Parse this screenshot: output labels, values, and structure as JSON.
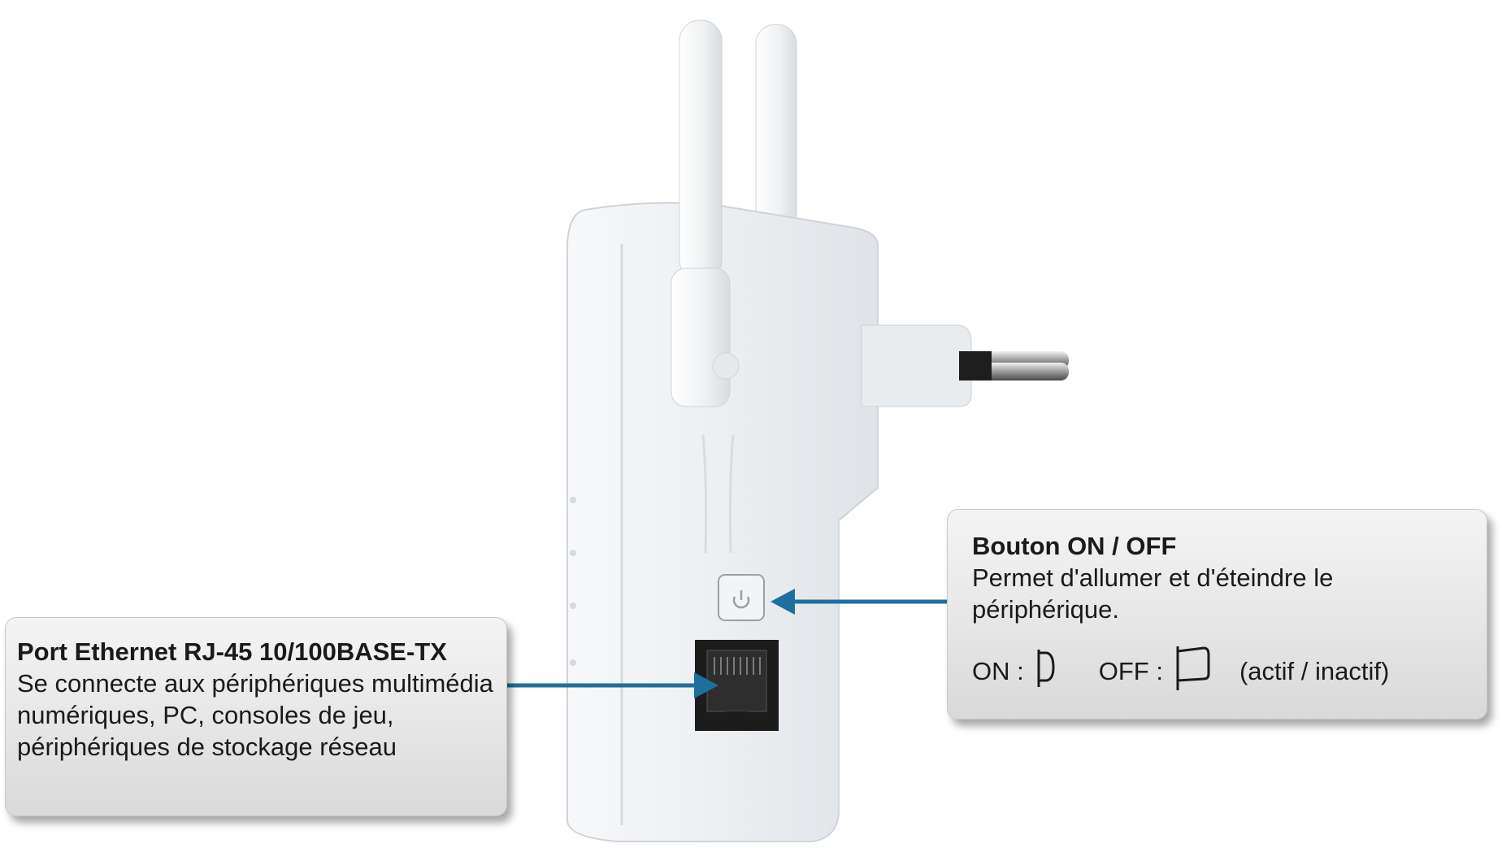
{
  "callouts": {
    "ethernet": {
      "title": "Port Ethernet RJ-45 10/100BASE-TX",
      "body": "Se connecte aux périphériques multimédia numériques, PC, consoles de jeu, périphériques de stockage réseau"
    },
    "power": {
      "title": "Bouton ON / OFF",
      "body": "Permet d'allumer et d'éteindre le périphérique.",
      "on_label": "ON :",
      "off_label": "OFF :",
      "state_note": "(actif / inactif)"
    }
  },
  "colors": {
    "arrow": "#1f6f9c",
    "device_body": "#eef1f4",
    "port": "#1c1c1c"
  },
  "icons": {
    "power_button": "power-icon",
    "on_symbol": "switch-on-icon",
    "off_symbol": "switch-off-icon"
  }
}
